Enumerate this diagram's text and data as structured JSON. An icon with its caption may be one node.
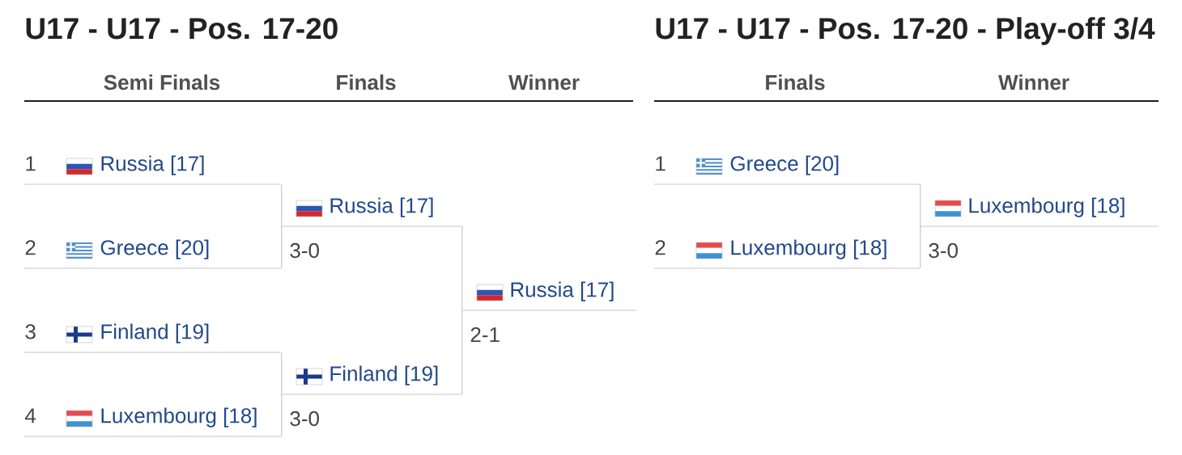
{
  "diagram": {
    "title": "U17 - U17 - Pos. 17-20",
    "nodes": [
      {
        "text": [
          "1",
          "Russia [17]"
        ]
      },
      {
        "text": [
          "2",
          "Greece [20]"
        ]
      },
      {
        "text": [
          "3",
          "Finland [19]"
        ]
      },
      {
        "text": [
          "4",
          "Luxembourg [18]"
        ]
      },
      {
        "text": [
          "Russia [17]"
        ],
        "beside": [
          "3-0"
        ]
      },
      {
        "text": [
          "Finland [19]"
        ],
        "beside": [
          "3-0"
        ]
      },
      {
        "text": [
          "Russia [17]"
        ],
        "beside": [
          "2-1"
        ]
      },
      {
        "text": [
          "1",
          "Greece [20]"
        ]
      },
      {
        "text": [
          "2",
          "Luxembourg [18]"
        ]
      },
      {
        "text": [
          "Luxembourg [18]"
        ],
        "beside": [
          "3-0"
        ]
      }
    ],
    "edges": [
      {
        "from": 0,
        "to": 4,
        "arrow": "none"
      },
      {
        "from": 1,
        "to": 4,
        "arrow": "none"
      },
      {
        "from": 2,
        "to": 5,
        "arrow": "none"
      },
      {
        "from": 3,
        "to": 5,
        "arrow": "none"
      },
      {
        "from": 4,
        "to": 6,
        "arrow": "none"
      },
      {
        "from": 5,
        "to": 6,
        "arrow": "none"
      },
      {
        "from": 7,
        "to": 9,
        "arrow": "none"
      },
      {
        "from": 8,
        "to": 9,
        "arrow": "none"
      }
    ],
    "labels": [
      "U17 - U17 - Pos. 17-20 - Play-off 3/4",
      "Semi Finals",
      "Finals",
      "Winner",
      "Finals",
      "Winner"
    ]
  }
}
